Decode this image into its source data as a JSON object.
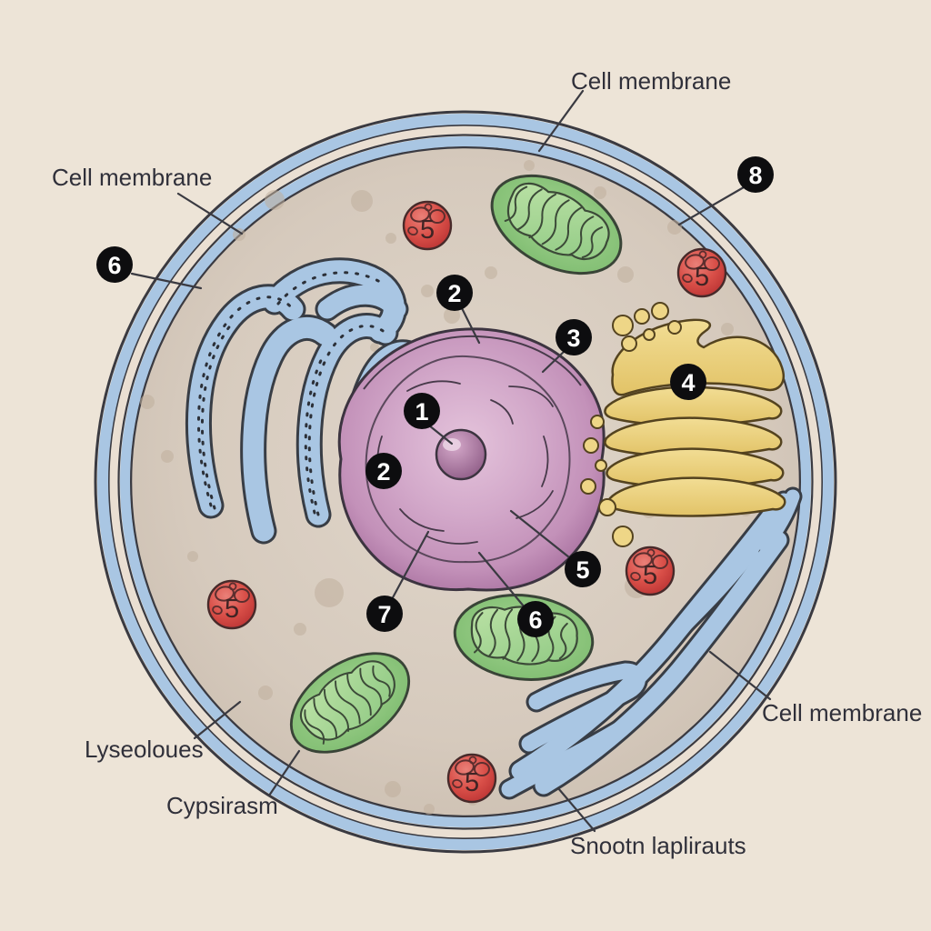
{
  "diagram": {
    "labels": {
      "cell_membrane_top": "Cell membrane",
      "cell_membrane_left": "Cell membrane",
      "cell_membrane_right": "Cell membrane",
      "lysosome": "Lyseoloues",
      "cytoplasm": "Cypsirasm",
      "smooth_er": "Snootn laplirauts"
    },
    "badge_numbers": {
      "left_outside": "6",
      "top_right": "8",
      "nucleus_top": "2",
      "nuclear_envelope": "3",
      "nucleolus": "1",
      "nucleus_left": "2",
      "golgi": "4",
      "below_nucleus_right": "5",
      "below_nucleus_left": "7",
      "mitochondrion_center": "6"
    },
    "lysosome_number": "5",
    "colors": {
      "background": "#ede4d7",
      "membrane": "#a9c6e3",
      "cytoplasm": "#d6cabd",
      "nucleus": "#cb9fc2",
      "nucleolus": "#a06d98",
      "mitochondrion": "#8bc77d",
      "mitochondrion_inner": "#aed99a",
      "golgi": "#eed687",
      "lysosome": "#d9534f",
      "er": "#a9c6e3",
      "outline": "#3a3a41",
      "label_text": "#30303a",
      "badge_bg": "#0d0d0f",
      "badge_text": "#ffffff"
    }
  }
}
